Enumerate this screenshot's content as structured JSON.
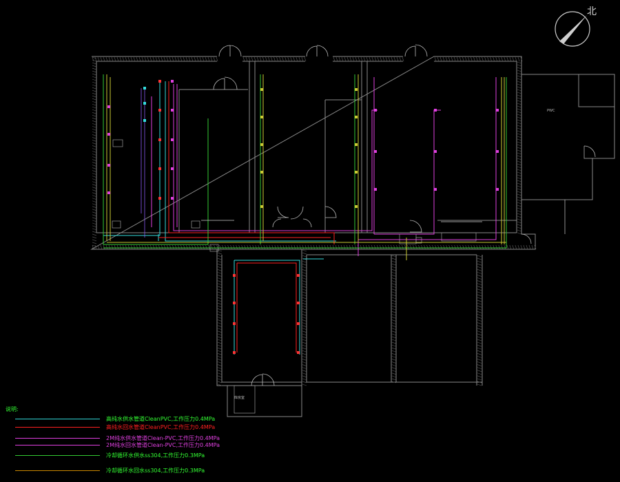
{
  "north_label": "北",
  "legend": {
    "title": "说明:",
    "items": [
      {
        "label": "高纯水供水管道CleanPVC,工作压力0.4MPa",
        "line_color": "#33dddd",
        "text_color": "#33ff33"
      },
      {
        "label": "高纯水回水管道CleanPVC,工作压力0.4MPa",
        "line_color": "#ff2020",
        "text_color": "#ff2020"
      },
      {
        "label": "2M纯水供水管道Clean-PVC,工作压力0.4MPa",
        "line_color": "#e040e0",
        "text_color": "#e040e0"
      },
      {
        "label": "2M纯水回水管道Clean-PVC,工作压力0.4MPa",
        "line_color": "#e040e0",
        "text_color": "#e040e0"
      },
      {
        "label": "冷却循环水供水ss304,工作压力0.3MPa",
        "line_color": "#33cc33",
        "text_color": "#33ff33"
      },
      {
        "label": "冷却循环水回水ss304,工作压力0.3MPa",
        "line_color": "#cc8800",
        "text_color": "#33ff33"
      }
    ]
  },
  "rooms": {
    "pwc": "PWC",
    "storage": "库房室"
  },
  "colors": {
    "background": "#000000",
    "wall": "#8a8a8a",
    "hatch": "#666666",
    "upw_supply": "#33dddd",
    "upw_return": "#ff2020",
    "pw_supply": "#e040e0",
    "cw_supply": "#33cc33",
    "cw_return": "#cccc33"
  }
}
